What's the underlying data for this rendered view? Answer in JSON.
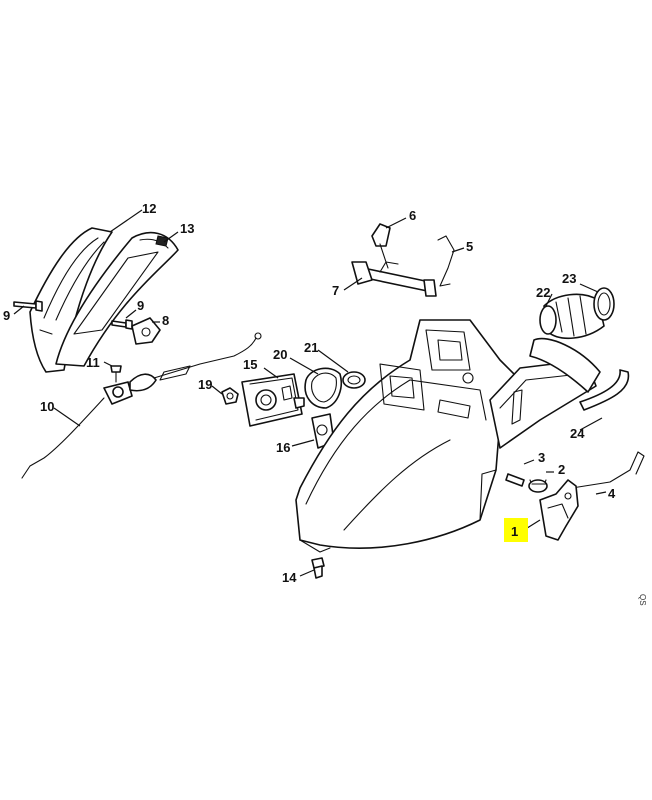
{
  "callouts": {
    "c1": "1",
    "c2": "2",
    "c3": "3",
    "c4": "4",
    "c5": "5",
    "c6": "6",
    "c7": "7",
    "c8": "8",
    "c9a": "9",
    "c9b": "9",
    "c10": "10",
    "c11": "11",
    "c12": "12",
    "c13": "13",
    "c14": "14",
    "c15": "15",
    "c16": "16",
    "c19": "19",
    "c20": "20",
    "c21": "21",
    "c22": "22",
    "c23": "23",
    "c24": "24"
  },
  "highlight_color": "#ffff00",
  "highlighted_part": "1",
  "code": "QS"
}
